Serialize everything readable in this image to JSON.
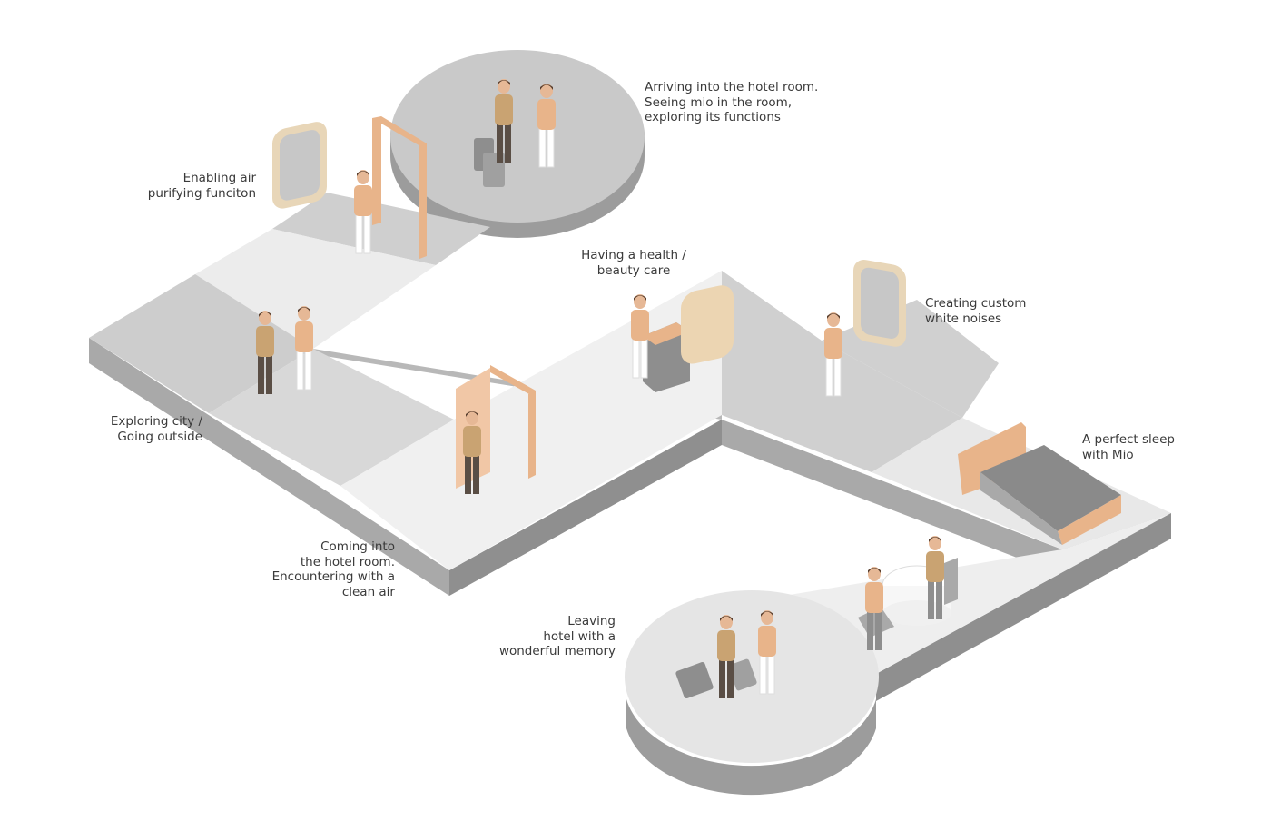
{
  "colors": {
    "floor_light": "#eeeeee",
    "floor_mid": "#d9d9d9",
    "floor_dark": "#c8c8c8",
    "side_front": "#a9a9a9",
    "side_right": "#8e8e8e",
    "accent_skin": "#e8b48a",
    "accent_gold": "#c9a372",
    "device_frame": "#e8d6b8",
    "device_screen": "#c7c7c7",
    "text": "#3a3a3a"
  },
  "captions": {
    "arriving": "Arriving into the hotel room.\nSeeing mio in the room,\nexploring its functions",
    "enabling_air": "Enabling air\npurifying funciton",
    "health": "Having a health /\nbeauty care",
    "white_noise": "Creating custom\nwhite noises",
    "exploring_city": "Exploring city /\nGoing outside",
    "perfect_sleep": "A perfect sleep\nwith Mio",
    "coming_in": "Coming into\nthe hotel room.\nEncountering with a\nclean air",
    "leaving": "Leaving\nhotel with a\nwonderful memory"
  }
}
